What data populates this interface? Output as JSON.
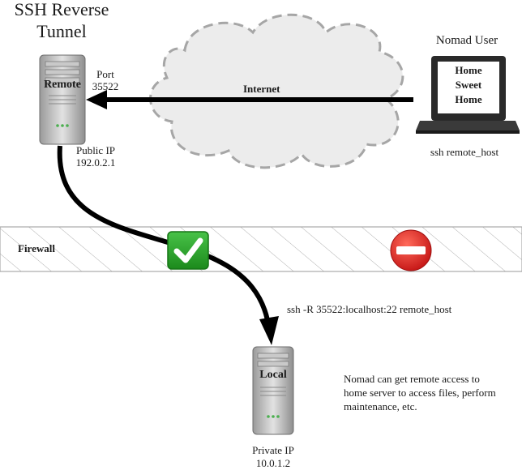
{
  "title": "SSH Reverse Tunnel",
  "remote": {
    "label": "Remote",
    "port_label": "Port",
    "port_value": "35522",
    "ip_label": "Public IP",
    "ip_value": "192.0.2.1"
  },
  "internet_label": "Internet",
  "nomad": {
    "title": "Nomad User",
    "screen_lines": [
      "Home",
      "Sweet",
      "Home"
    ],
    "command": "ssh remote_host"
  },
  "firewall": {
    "label": "Firewall",
    "allowed_icon": "check-icon",
    "blocked_icon": "no-entry-icon"
  },
  "tunnel_command": "ssh -R 35522:localhost:22  remote_host",
  "local": {
    "label": "Local",
    "ip_label": "Private IP",
    "ip_value": "10.0.1.2"
  },
  "description": [
    "Nomad can get remote access to",
    "home server to access files, perform",
    "maintenance, etc."
  ],
  "colors": {
    "arrow": "#000000",
    "cloud_stroke": "#a6a6a6",
    "firewall_hatch": "#b0b0b0",
    "check_green": "#2fa52f",
    "no_entry_red": "#d92020"
  }
}
